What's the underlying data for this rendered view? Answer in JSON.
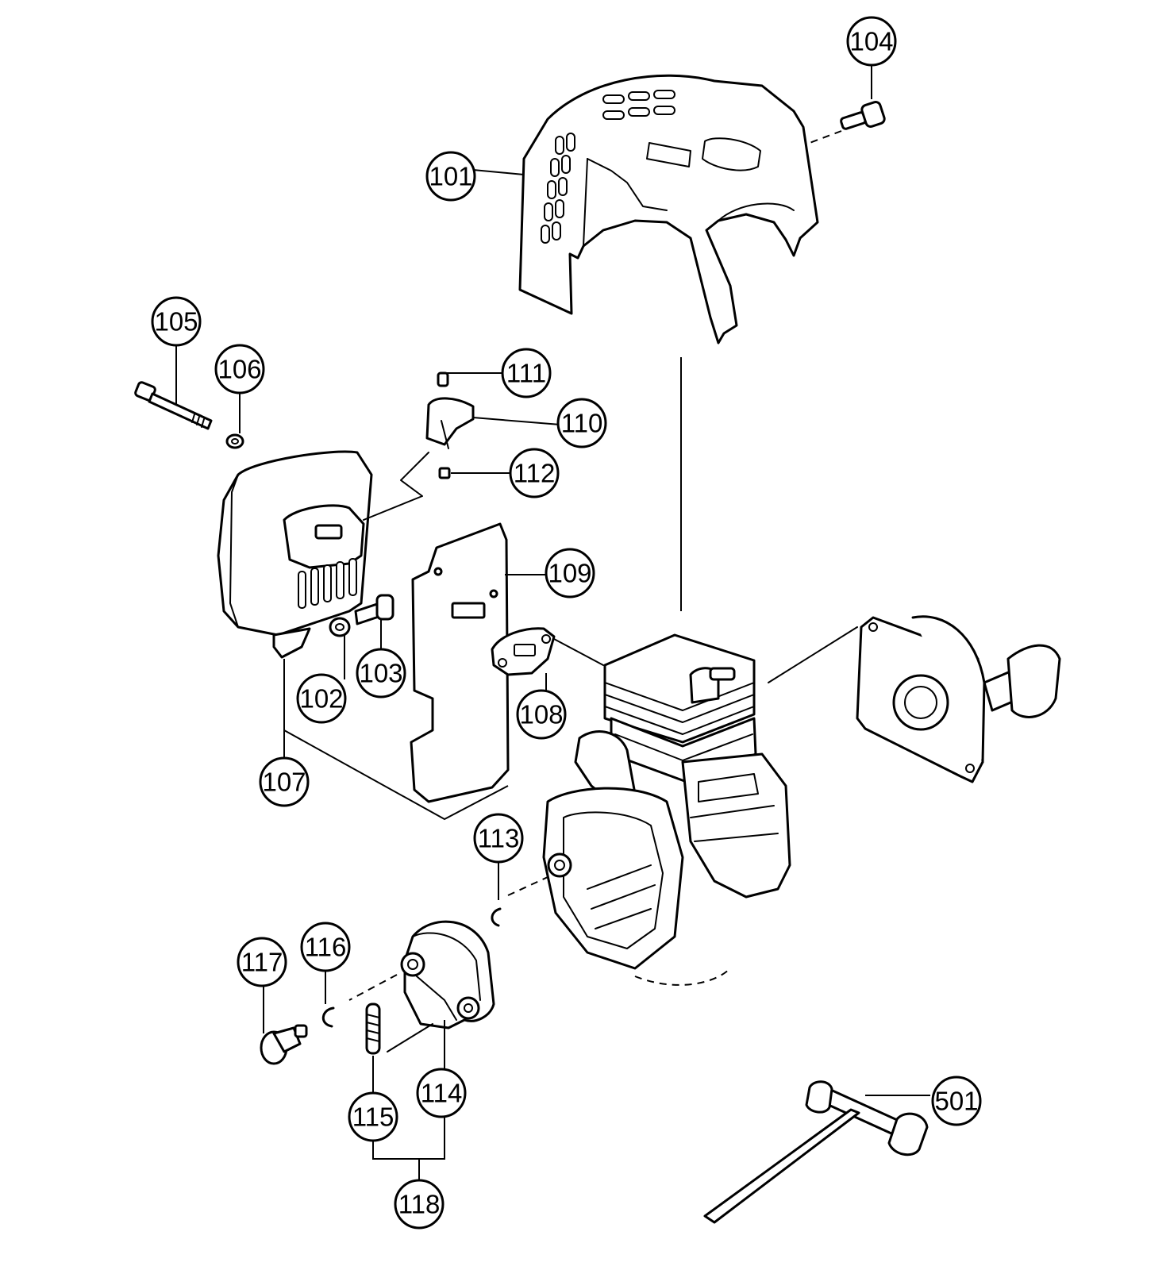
{
  "callouts": {
    "c101": "101",
    "c102": "102",
    "c103": "103",
    "c104": "104",
    "c105": "105",
    "c106": "106",
    "c107": "107",
    "c108": "108",
    "c109": "109",
    "c110": "110",
    "c111": "111",
    "c112": "112",
    "c113": "113",
    "c114": "114",
    "c115": "115",
    "c116": "116",
    "c117": "117",
    "c118": "118",
    "c501": "501"
  }
}
